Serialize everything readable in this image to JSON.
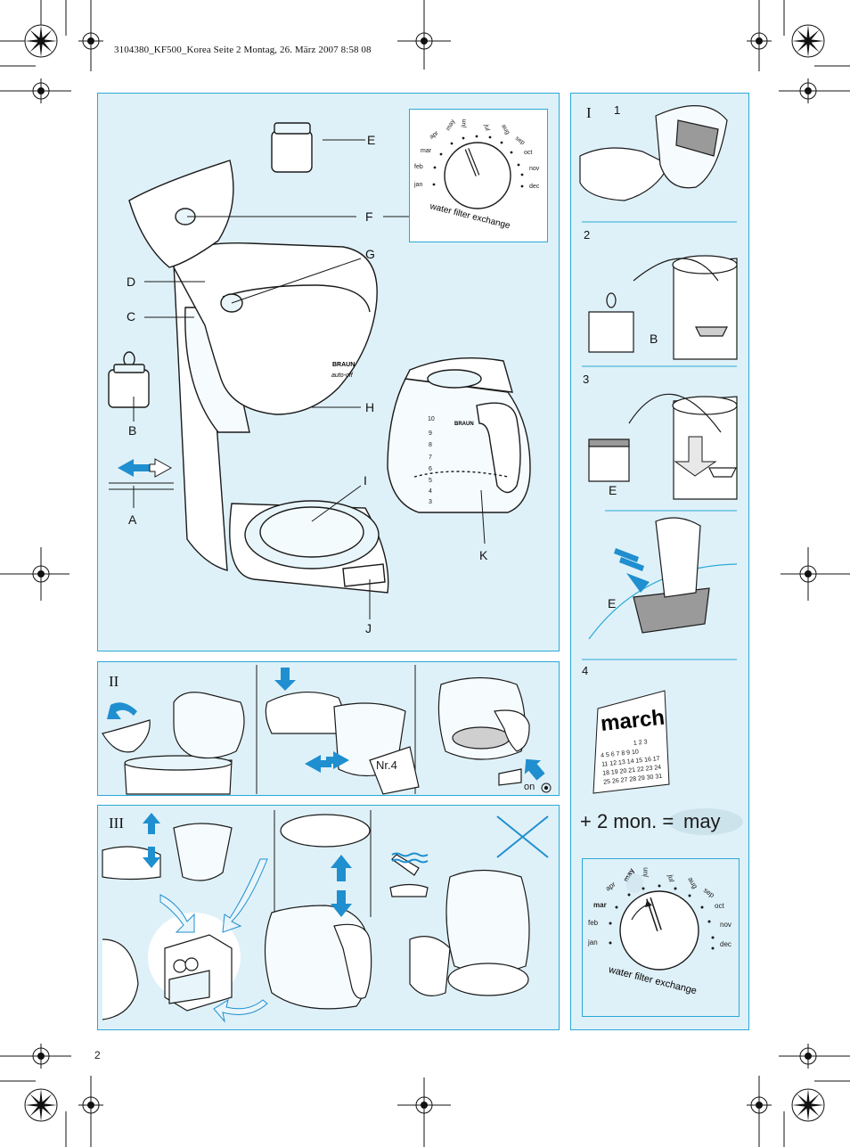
{
  "header": {
    "print_line": "3104380_KF500_Korea  Seite 2  Montag, 26. März 2007  8:58 08"
  },
  "page_number": "2",
  "main_panel": {
    "labels": {
      "A": "A",
      "B": "B",
      "C": "C",
      "D": "D",
      "E": "E",
      "F": "F",
      "G": "G",
      "H": "H",
      "I": "I",
      "J": "J",
      "K": "K"
    },
    "brand": "BRAUN",
    "auto_off": "auto-off",
    "carafe_scale": [
      "10",
      "9",
      "8",
      "7",
      "6",
      "5",
      "4",
      "3"
    ],
    "dial": {
      "months_left": [
        "jan",
        "feb",
        "mar",
        "apr",
        "may",
        "jun"
      ],
      "months_right": [
        "jul",
        "aug",
        "sep",
        "oct",
        "nov",
        "dec"
      ],
      "caption": "water filter exchange"
    }
  },
  "section_I": {
    "roman": "I",
    "steps": {
      "s1": "1",
      "s2": "2",
      "s3": "3",
      "s4": "4"
    },
    "label_B": "B",
    "label_E1": "E",
    "label_E2": "E",
    "calendar": {
      "month": "march",
      "rows": [
        "1  2  3",
        "4  5  6  7  8  9  10",
        "11 12 13 14 15 16 17",
        "18 19 20 21 22 23 24",
        "25 26 27 28 29 30 31"
      ]
    },
    "formula": {
      "prefix": "+ 2 mon. =",
      "result": "may"
    },
    "dial": {
      "months_left": [
        "jan",
        "feb",
        "mar",
        "apr",
        "may",
        "jun"
      ],
      "months_right": [
        "jul",
        "aug",
        "sep",
        "oct",
        "nov",
        "dec"
      ],
      "caption": "water filter exchange"
    }
  },
  "section_II": {
    "roman": "II",
    "filter_label": "Nr.4",
    "on_label": "on"
  },
  "section_III": {
    "roman": "III"
  },
  "colors": {
    "panel_bg": "#dff1f8",
    "panel_border": "#2aa9d6",
    "accent_blue": "#1f8fd0",
    "line": "#1a1a1a"
  }
}
